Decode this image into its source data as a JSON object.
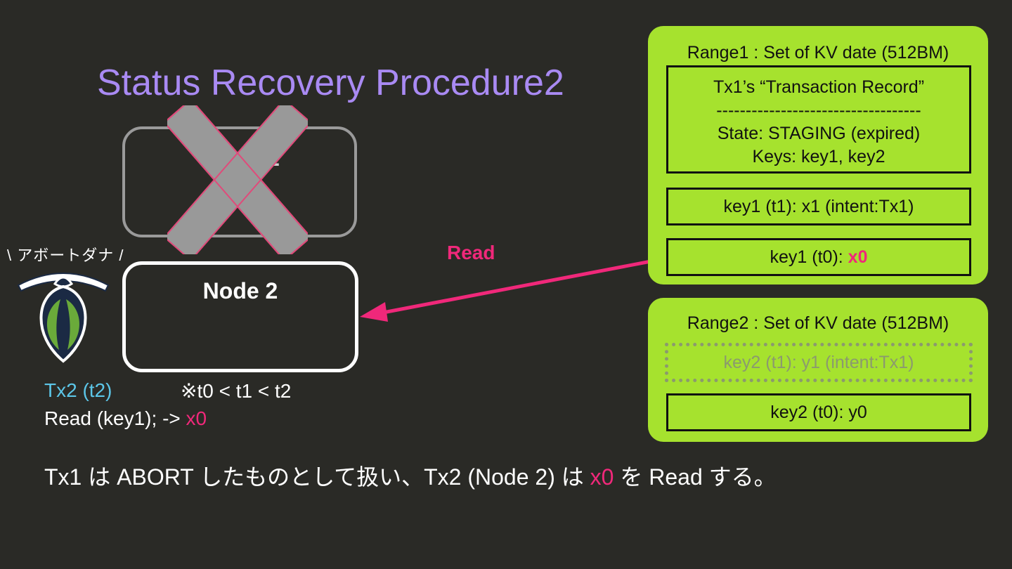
{
  "title": "Status Recovery Procedure2",
  "node1": {
    "label": "Node 1"
  },
  "node2": {
    "label": "Node 2"
  },
  "arrow": {
    "label": "Read"
  },
  "mascot": {
    "caption": "\\ アボートダナ /"
  },
  "tx2": {
    "name": "Tx2 (t2)",
    "condition": "※t0 < t1 < t2",
    "read_prefix": "Read (key1); -> ",
    "read_value": "x0"
  },
  "range1": {
    "title": "Range1 : Set of KV date (512BM)",
    "record": {
      "heading": "Tx1’s “Transaction Record”",
      "divider": "-----------------------------------",
      "state": "State: STAGING (expired)",
      "keys": "Keys: key1, key2"
    },
    "key1_t1": "key1 (t1): x1 (intent:Tx1)",
    "key1_t0_prefix": "key1 (t0): ",
    "key1_t0_value": "x0"
  },
  "range2": {
    "title": "Range2 : Set of KV date (512BM)",
    "key2_t1": "key2 (t1): y1 (intent:Tx1)",
    "key2_t0": "key2 (t0): y0"
  },
  "bottom": {
    "part1": "Tx1 は ABORT したものとして扱い、Tx2 (Node 2) は ",
    "value": "x0",
    "part2": " を Read する。"
  },
  "colors": {
    "background": "#2a2a26",
    "title": "#a98af3",
    "accent_pink": "#f0287a",
    "range_green": "#a6e22e",
    "tx2_blue": "#5cc6e8"
  }
}
